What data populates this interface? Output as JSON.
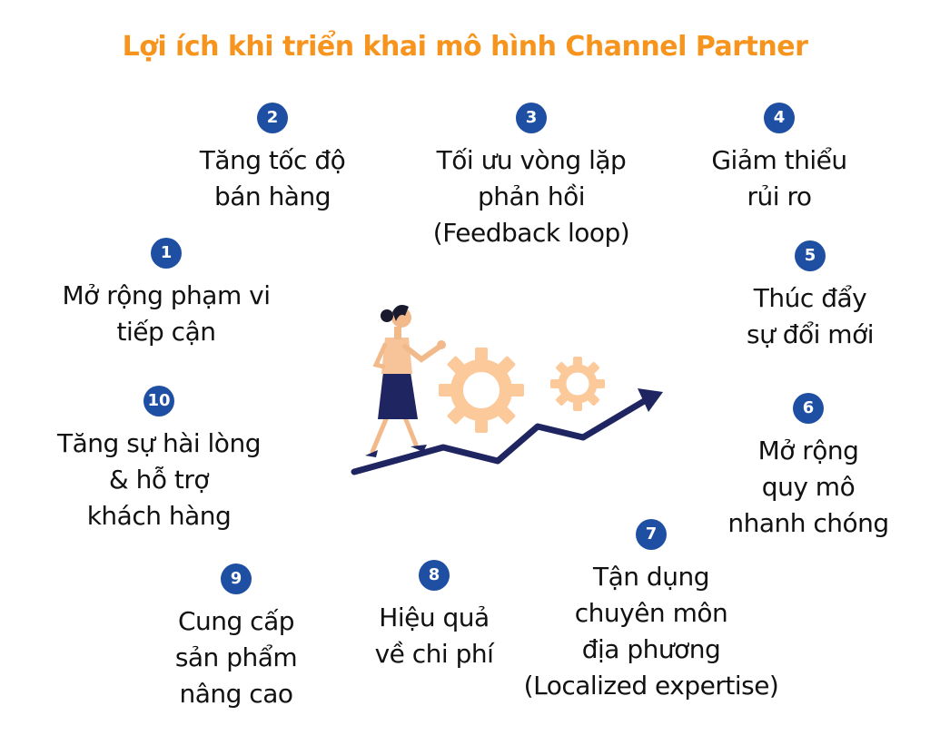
{
  "title": "Lợi ích khi triển khai mô hình Channel Partner",
  "colors": {
    "title": "#f7941d",
    "badge": "#1e4fa3",
    "text": "#111111",
    "gear": "#fbc99a",
    "arrow": "#1f2560"
  },
  "benefits": [
    {
      "num": "1",
      "text": "Mở rộng phạm vi\ntiếp cận"
    },
    {
      "num": "2",
      "text": "Tăng tốc độ\nbán hàng"
    },
    {
      "num": "3",
      "text": "Tối ưu vòng lặp\nphản hồi\n(Feedback loop)"
    },
    {
      "num": "4",
      "text": "Giảm thiểu\nrủi ro"
    },
    {
      "num": "5",
      "text": "Thúc đẩy\nsự đổi mới"
    },
    {
      "num": "6",
      "text": "Mở rộng\nquy mô\nnhanh chóng"
    },
    {
      "num": "7",
      "text": "Tận dụng\nchuyên môn\nđịa phương\n(Localized expertise)"
    },
    {
      "num": "8",
      "text": "Hiệu quả\nvề chi phí"
    },
    {
      "num": "9",
      "text": "Cung cấp\nsản phẩm\nnâng cao"
    },
    {
      "num": "10",
      "text": "Tăng sự hài lòng\n& hỗ trợ\nkhách hàng"
    }
  ],
  "illustration": {
    "icons": [
      "woman-climbing-icon",
      "large-gear-icon",
      "small-gear-icon",
      "growth-arrow-icon"
    ]
  }
}
